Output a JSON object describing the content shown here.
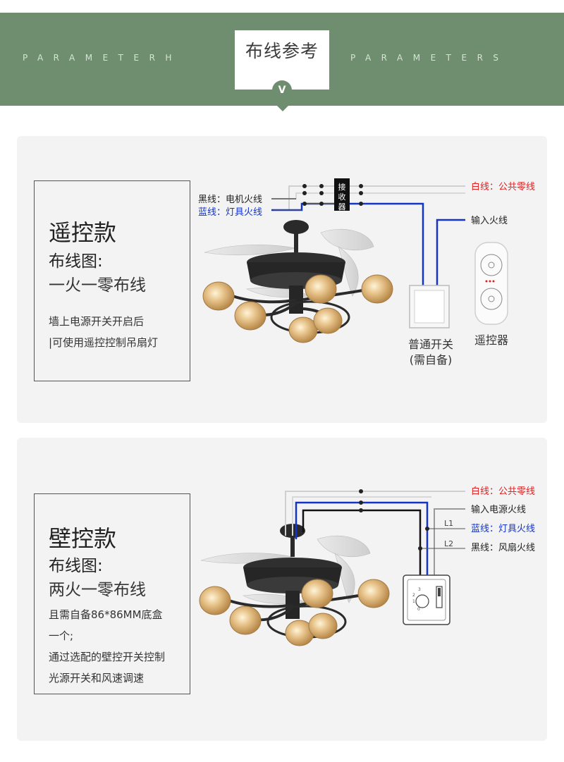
{
  "header": {
    "left_letters": "PARAMETERH",
    "right_letters": "PARAMETERS",
    "title": "布线参考",
    "badge": "V"
  },
  "colors": {
    "banner": "#6f8e6f",
    "panel": "#f3f3f3",
    "neutral_wire": "#cfcfcf",
    "blue_wire": "#1434c8",
    "black_wire": "#555555",
    "red_label": "#e02020",
    "blue_label": "#1434c8"
  },
  "section_remote": {
    "title": "遥控款",
    "subtitle": "布线图:",
    "wiring_type": "一火一零布线",
    "desc_lines": [
      "墙上电源开关开启后",
      "|可使用遥控控制吊扇灯"
    ],
    "wire_labels": {
      "black": "黑线：电机火线",
      "blue": "蓝线：灯具火线",
      "white": "白线：公共零线",
      "input": "输入火线"
    },
    "receiver_chars": [
      "接",
      "收",
      "器"
    ],
    "switch_label_1": "普通开关",
    "switch_label_2": "(需自备)",
    "remote_label": "遥控器"
  },
  "section_wall": {
    "title": "壁控款",
    "subtitle": "布线图:",
    "wiring_type": "两火一零布线",
    "desc_lines": [
      "且需自备86*86MM底盒",
      "一个;",
      "通过选配的壁控开关控制",
      "光源开关和风速调速"
    ],
    "wire_labels": {
      "white": "白线：公共零线",
      "input": "输入电源火线",
      "blue": "蓝线：灯具火线",
      "black": "黑线：风扇火线"
    },
    "l1": "L1",
    "l2": "L2",
    "dial_digits": [
      "3",
      "2",
      "1",
      "0"
    ]
  }
}
